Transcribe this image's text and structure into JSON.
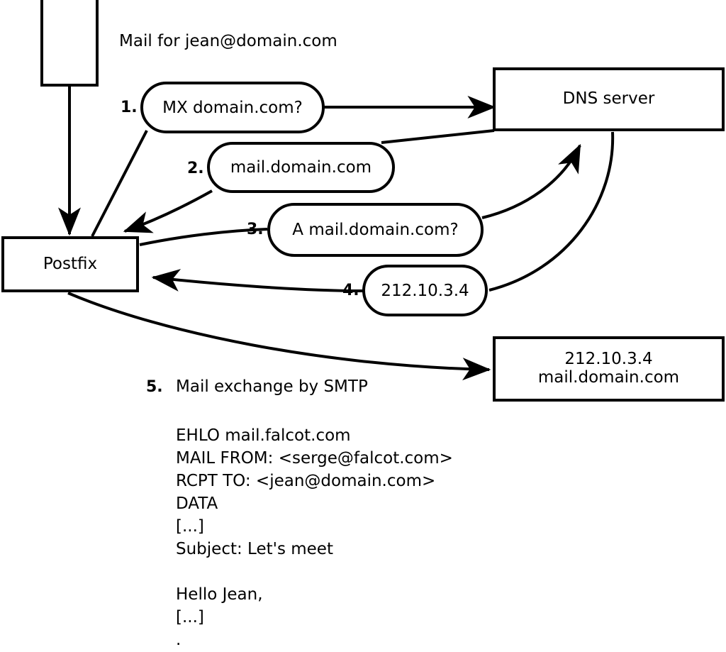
{
  "diagram": {
    "title_note": "Mail for jean@domain.com",
    "nodes": [
      {
        "id": "mail-client",
        "label": ""
      },
      {
        "id": "postfix",
        "label": "Postfix"
      },
      {
        "id": "dns-server",
        "label": "DNS server"
      },
      {
        "id": "mail-server",
        "label_line1": "212.10.3.4",
        "label_line2": "mail.domain.com"
      }
    ],
    "steps": [
      {
        "num": "1.",
        "label": "MX domain.com?"
      },
      {
        "num": "2.",
        "label": "mail.domain.com"
      },
      {
        "num": "3.",
        "label": "A mail.domain.com?"
      },
      {
        "num": "4.",
        "label": "212.10.3.4"
      },
      {
        "num": "5.",
        "label": "Mail exchange by SMTP"
      }
    ],
    "transcript": [
      "EHLO mail.falcot.com",
      "MAIL FROM: <serge@falcot.com>",
      "RCPT TO: <jean@domain.com>",
      "DATA",
      "[...]",
      "Subject: Let's meet",
      "",
      "Hello Jean,",
      "[...]",
      "."
    ],
    "colors": {
      "stroke": "#000000",
      "fill": "#ffffff",
      "background": "#ffffff"
    }
  }
}
